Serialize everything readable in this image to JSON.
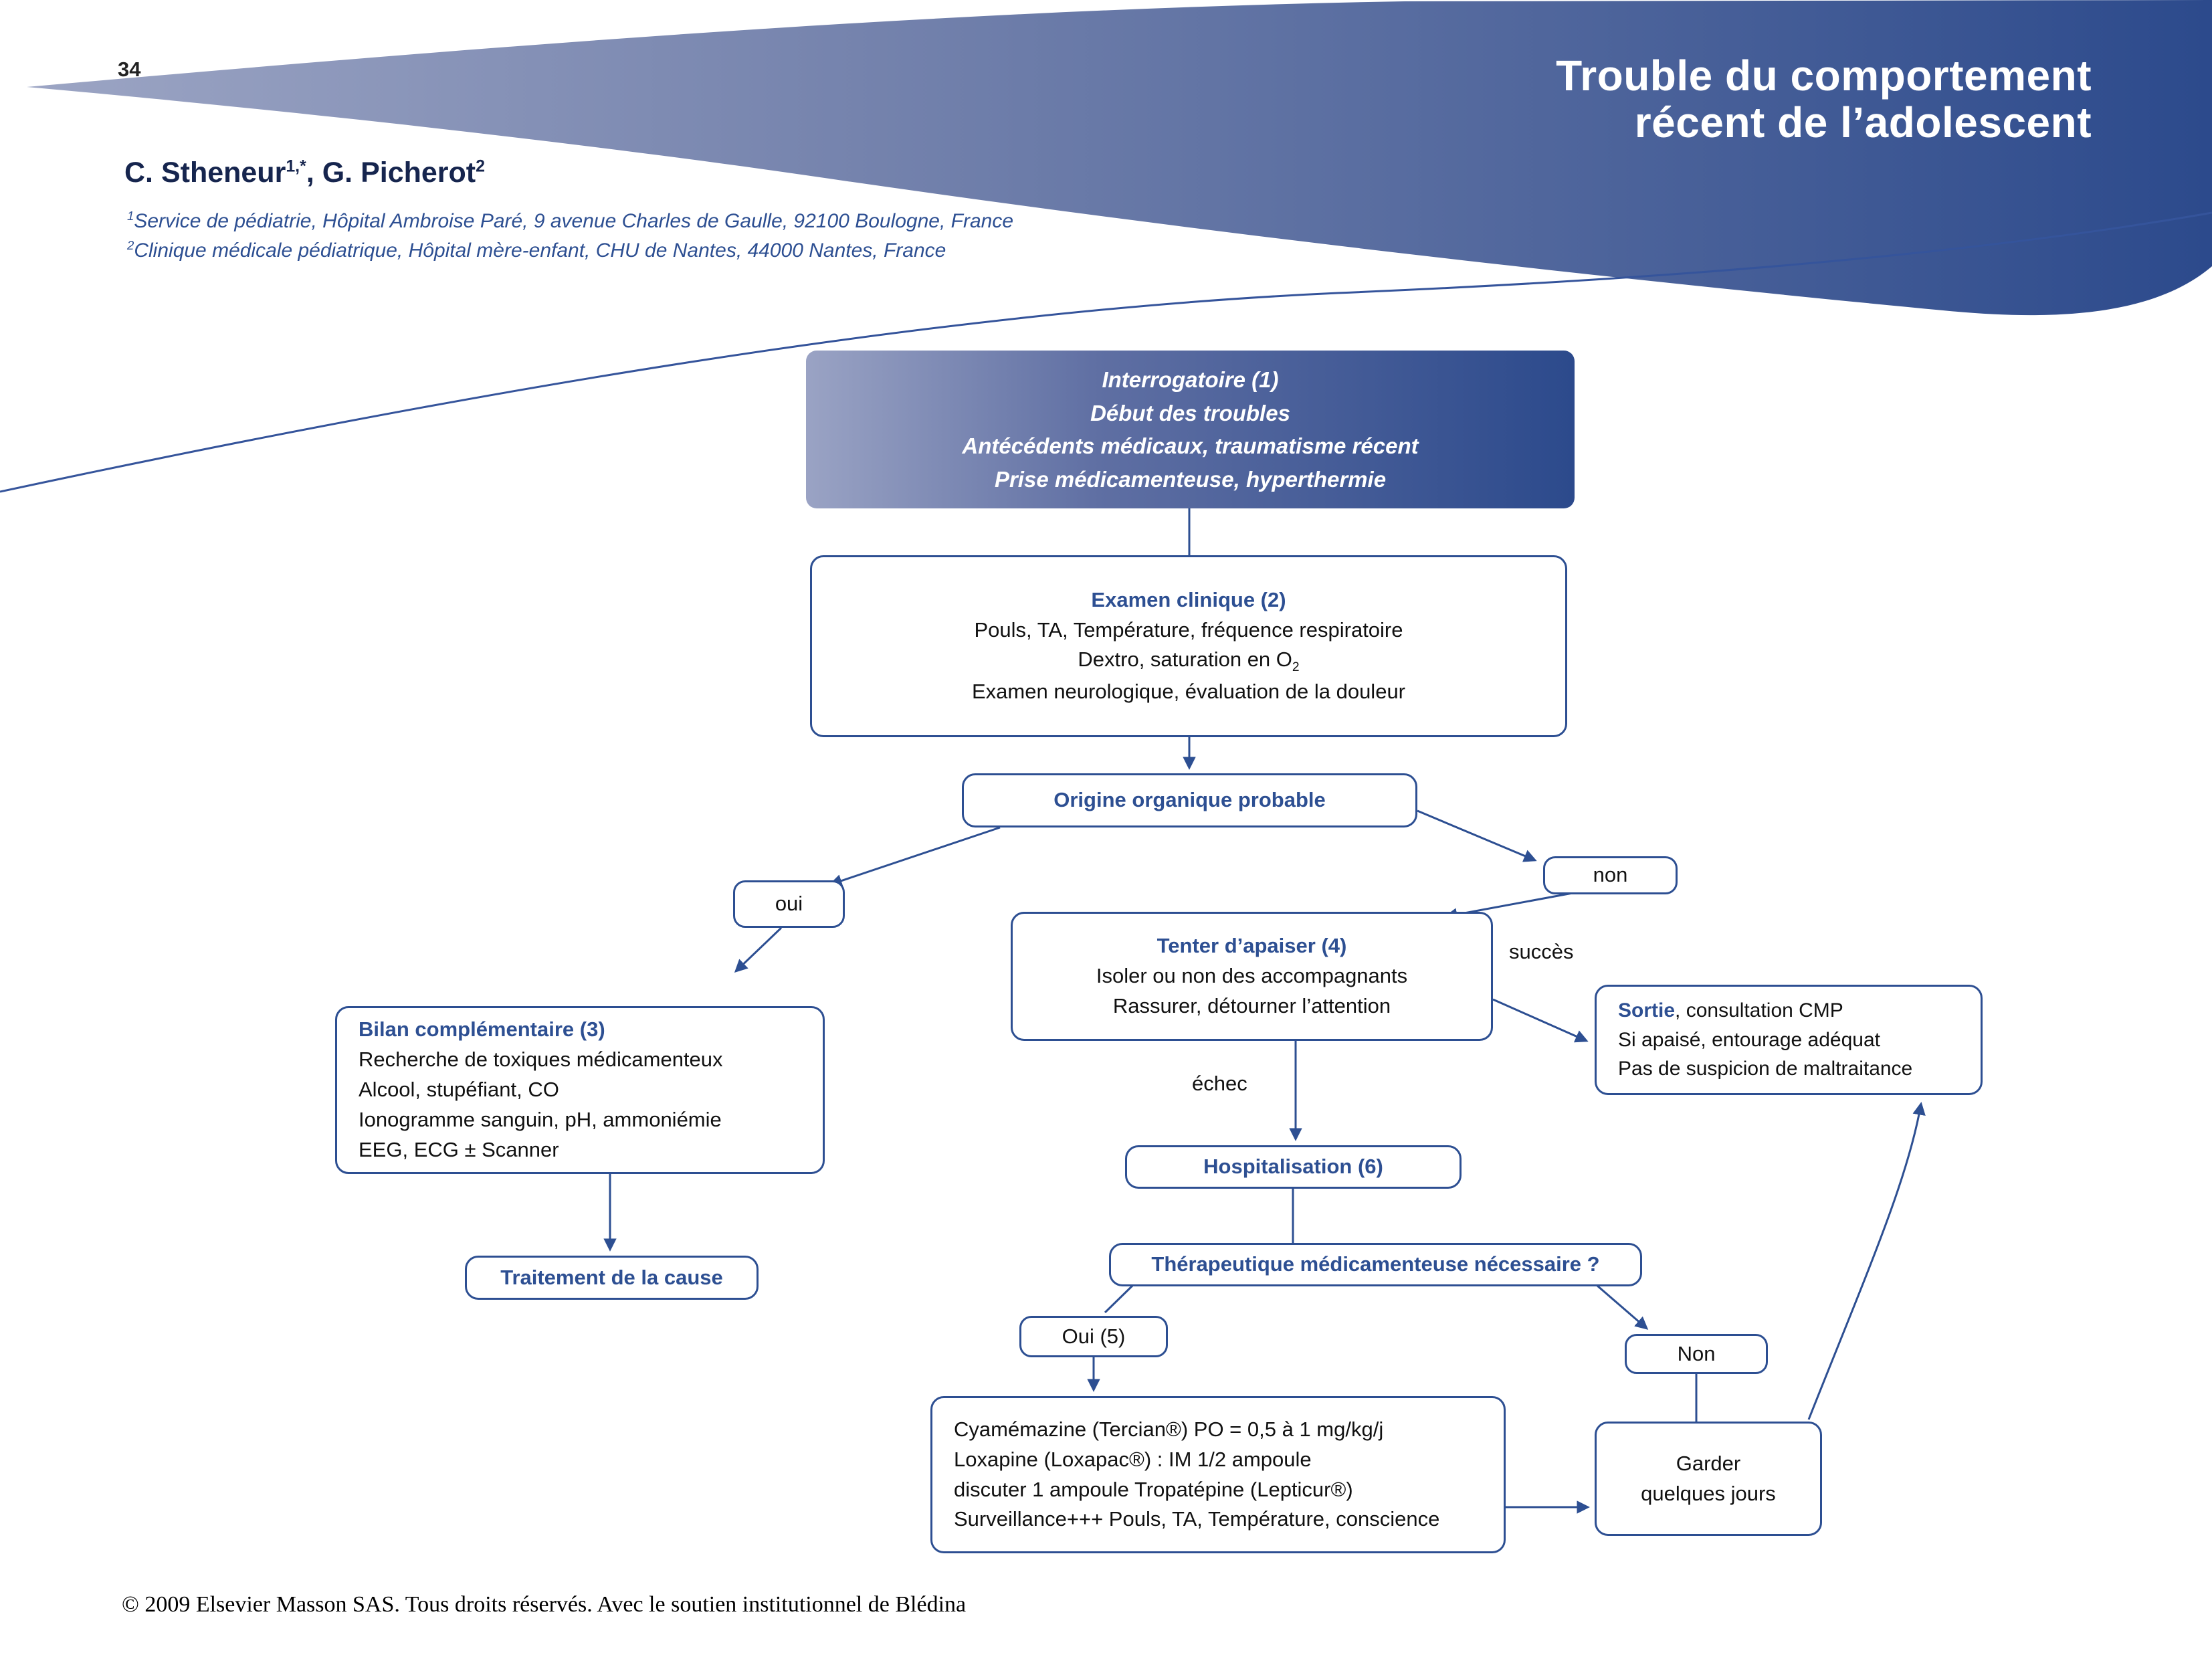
{
  "colors": {
    "accent": "#2d4f92",
    "swoosh_light": "#9ca5c4",
    "swoosh_dark": "#2c4a8c"
  },
  "page": {
    "number": "34",
    "footer": "© 2009 Elsevier Masson SAS. Tous droits réservés. Avec le soutien institutionnel de Blédina"
  },
  "header": {
    "title_line1": "Trouble du comportement",
    "title_line2": "récent de l’adolescent",
    "authors": {
      "name1": "C. Stheneur",
      "sup1": "1,*",
      "sep": ", ",
      "name2": "G. Picherot",
      "sup2": "2"
    },
    "affiliations": [
      {
        "sup": "1",
        "text": "Service de pédiatrie, Hôpital Ambroise Paré, 9 avenue Charles de Gaulle, 92100 Boulogne, France"
      },
      {
        "sup": "2",
        "text": "Clinique médicale pédiatrique, Hôpital mère-enfant, CHU de Nantes, 44000 Nantes, France"
      }
    ]
  },
  "flowchart": {
    "interrogatoire": {
      "line1": "Interrogatoire (1)",
      "line2": "Début des troubles",
      "line3": "Antécédents médicaux, traumatisme récent",
      "line4": "Prise médicamenteuse, hyperthermie"
    },
    "examen": {
      "title": "Examen clinique (2)",
      "line1": "Pouls, TA, Température, fréquence respiratoire",
      "line2_pre": "Dextro, saturation en O",
      "line2_sub": "2",
      "line3": "Examen neurologique, évaluation de la douleur"
    },
    "origine": "Origine organique probable",
    "label_oui": "oui",
    "label_non": "non",
    "tenter": {
      "title": "Tenter d’apaiser (4)",
      "line1": "Isoler ou non des accompagnants",
      "line2": "Rassurer, détourner l’attention"
    },
    "label_succes": "succès",
    "label_echec": "échec",
    "sortie": {
      "title": "Sortie",
      "title_rest": ", consultation CMP",
      "line2": "Si apaisé, entourage adéquat",
      "line3": "Pas de suspicion de maltraitance"
    },
    "bilan": {
      "title": "Bilan complémentaire (3)",
      "line1": "Recherche de toxiques médicamenteux",
      "line2": "Alcool, stupéfiant, CO",
      "line3": "Ionogramme sanguin, pH, ammoniémie",
      "line4": "EEG, ECG ± Scanner"
    },
    "hospitalisation": "Hospitalisation (6)",
    "traitement": "Traitement de la cause",
    "therapeutique": "Thérapeutique médicamenteuse nécessaire ?",
    "label_oui5": "Oui (5)",
    "label_non2": "Non",
    "medication": {
      "line1": "Cyamémazine (Tercian®) PO = 0,5 à 1 mg/kg/j",
      "line2": "Loxapine (Loxapac®) : IM 1/2 ampoule",
      "line3": "discuter 1 ampoule Tropatépine (Lepticur®)",
      "line4": "Surveillance+++ Pouls, TA, Température, conscience"
    },
    "garder": {
      "line1": "Garder",
      "line2": "quelques jours"
    }
  }
}
